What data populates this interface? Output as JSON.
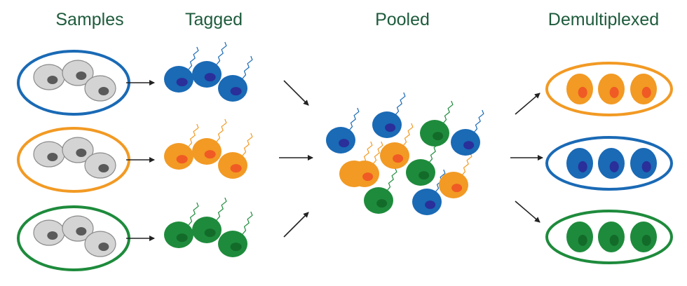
{
  "headers": {
    "samples": "Samples",
    "tagged": "Tagged",
    "pooled": "Pooled",
    "demultiplexed": "Demultiplexed"
  },
  "colors": {
    "blue": "#1a6ab5",
    "orange": "#f29a24",
    "green": "#1e8b3c",
    "blue_nucleus": "#2a2f9a",
    "orange_nucleus": "#f05a24",
    "green_nucleus": "#136b2a",
    "untagged_cell": "#d4d4d4",
    "untagged_nucleus": "#5a5a5a",
    "header_text": "#1e5b3c",
    "arrow": "#222222"
  },
  "samples": [
    {
      "name": "blue-sample",
      "color": "blue"
    },
    {
      "name": "orange-sample",
      "color": "orange"
    },
    {
      "name": "green-sample",
      "color": "green"
    }
  ],
  "pooled_cells": [
    "blue",
    "blue",
    "green",
    "blue",
    "orange",
    "orange",
    "green",
    "orange",
    "green",
    "blue",
    "orange"
  ],
  "demultiplexed": [
    {
      "name": "orange-group",
      "color": "orange"
    },
    {
      "name": "blue-group",
      "color": "blue"
    },
    {
      "name": "green-group",
      "color": "green"
    }
  ]
}
